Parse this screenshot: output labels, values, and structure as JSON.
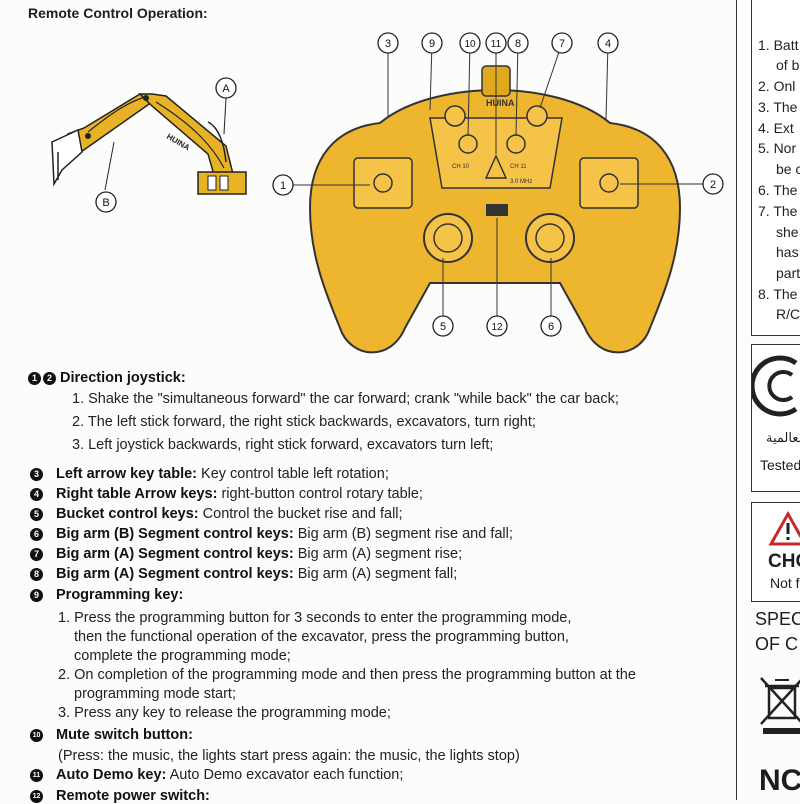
{
  "heading": "Remote Control Operation:",
  "callouts": [
    "1",
    "2",
    "3",
    "4",
    "5",
    "6",
    "7",
    "8",
    "9",
    "10",
    "11",
    "12"
  ],
  "excavator": {
    "label_a": "A",
    "label_b": "B",
    "brand": "HUINA"
  },
  "controller": {
    "brand": "HUINA",
    "key_labels": [
      "CH 10",
      "CH 11",
      "3.0 MHz"
    ]
  },
  "sections": {
    "joystick": {
      "bullets": [
        "1",
        "2"
      ],
      "title": "Direction joystick:",
      "items": [
        "1. Shake the \"simultaneous forward\" the car forward; crank \"while back\" the car back;",
        "2. The left stick forward, the right stick backwards, excavators, turn right;",
        "3. Left joystick backwards, right stick forward, excavators turn left;"
      ]
    },
    "keys": [
      {
        "num": "3",
        "title": "Left arrow key table:",
        "desc": " Key control table left rotation;"
      },
      {
        "num": "4",
        "title": "Right table Arrow keys:",
        "desc": " right-button control rotary table;"
      },
      {
        "num": "5",
        "title": "Bucket control keys:",
        "desc": " Control the bucket rise and fall;"
      },
      {
        "num": "6",
        "title": "Big arm (B) Segment control keys:",
        "desc": " Big arm (B) segment rise and fall;"
      },
      {
        "num": "7",
        "title": "Big arm (A) Segment control keys:",
        "desc": " Big arm (A) segment rise;"
      },
      {
        "num": "8",
        "title": "Big arm (A) Segment control keys:",
        "desc": " Big arm (A) segment fall;"
      }
    ],
    "programming": {
      "num": "9",
      "title": "Programming key:",
      "lines": [
        "1. Press the programming button for 3 seconds to enter the programming mode,",
        "then the functional operation of the excavator, press the programming button,",
        "complete the programming mode;",
        "2. On completion of the programming mode and then press the programming button at the",
        "programming mode start;",
        "3. Press any key to release the programming mode;"
      ]
    },
    "mute": {
      "num": "10",
      "title": "Mute switch button:",
      "desc": "(Press: the music, the lights start press again: the music, the lights stop)"
    },
    "demo": {
      "num": "11",
      "title": "Auto Demo key:",
      "desc": " Auto Demo excavator each function;"
    },
    "power": {
      "num": "12",
      "title": "Remote power switch:"
    }
  },
  "right_notes": [
    "1. Batt",
    "of b",
    "2. Onl",
    "3. The",
    "4. Ext",
    "5. Nor",
    "be c",
    "6. The",
    "7. The",
    "she",
    "has",
    "part",
    "8. The",
    "R/C"
  ],
  "right_cert": {
    "arabic": "العالمية",
    "tested": "Tested a"
  },
  "right_warning": {
    "title": "CHO",
    "sub": "Not f"
  },
  "right_spec": [
    "SPEC",
    "OF C"
  ],
  "right_bottom": "NC"
}
